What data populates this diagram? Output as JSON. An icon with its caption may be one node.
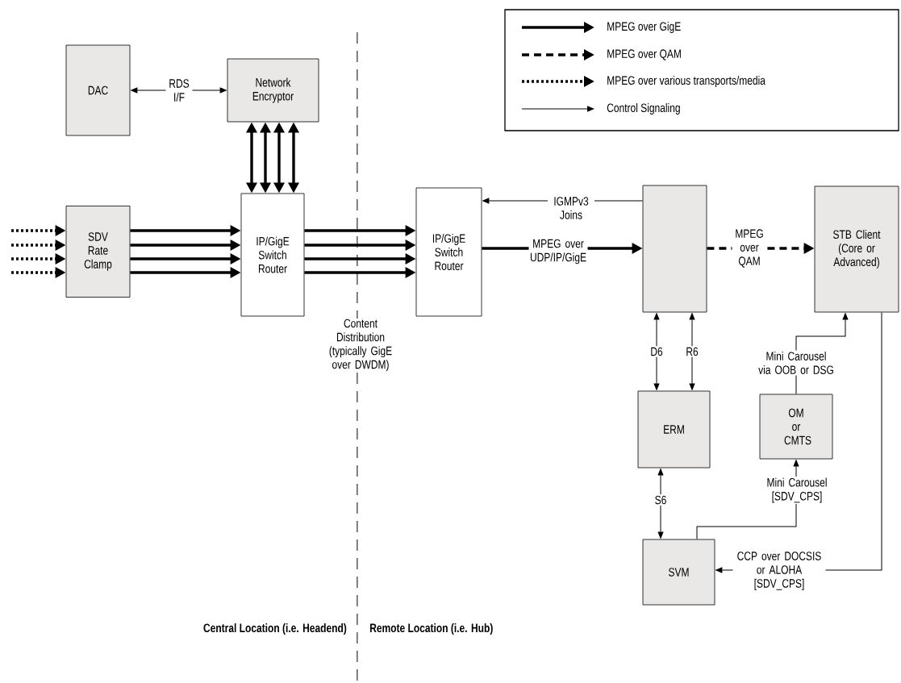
{
  "diagram": {
    "nodes": [
      {
        "text": [
          "DAC"
        ]
      },
      {
        "text": [
          "Network Encryptor"
        ]
      },
      {
        "text": [
          "SDV Rate Clamp"
        ]
      },
      {
        "text": [
          "IP/GigE Switch Router"
        ]
      },
      {
        "text": [
          "IP/GigE Switch Router"
        ]
      },
      {
        "text": [],
        "shape": "box"
      },
      {
        "text": [
          "STB Client (Core or Advanced)"
        ]
      },
      {
        "text": [
          "ERM"
        ]
      },
      {
        "text": [
          "OM or CMTS"
        ]
      },
      {
        "text": [
          "SVM"
        ]
      }
    ],
    "edges": [
      {
        "from": 0,
        "to": 1,
        "arrow": "both",
        "label": "RDS I/F"
      },
      {
        "from": 1,
        "to": 3,
        "arrow": "both"
      },
      {
        "from": 1,
        "to": 3,
        "arrow": "both"
      },
      {
        "from": 1,
        "to": 3,
        "arrow": "both"
      },
      {
        "from": 1,
        "to": 3,
        "arrow": "both"
      },
      {
        "from": null,
        "to": 2,
        "arrow": "to",
        "style": "dashed"
      },
      {
        "from": null,
        "to": 2,
        "arrow": "to",
        "style": "dashed"
      },
      {
        "from": null,
        "to": 2,
        "arrow": "to",
        "style": "dashed"
      },
      {
        "from": null,
        "to": 2,
        "arrow": "to",
        "style": "dashed"
      },
      {
        "from": 2,
        "to": 3,
        "arrow": "to"
      },
      {
        "from": 2,
        "to": 3,
        "arrow": "to"
      },
      {
        "from": 2,
        "to": 3,
        "arrow": "to"
      },
      {
        "from": 2,
        "to": 3,
        "arrow": "to"
      },
      {
        "from": 3,
        "to": 4,
        "arrow": "to"
      },
      {
        "from": 3,
        "to": 4,
        "arrow": "to"
      },
      {
        "from": 3,
        "to": 4,
        "arrow": "to"
      },
      {
        "from": 3,
        "to": 4,
        "arrow": "to"
      },
      {
        "from": 5,
        "to": 4,
        "arrow": "to",
        "label": "IGMPv3 Joins"
      },
      {
        "from": 4,
        "to": 5,
        "arrow": "to",
        "label": "MPEG over UDP/IP/GigE"
      },
      {
        "from": 5,
        "to": 6,
        "arrow": "to",
        "style": "dashed",
        "label": "MPEG over QAM"
      },
      {
        "from": 5,
        "to": 7,
        "arrow": "both",
        "label": "D6"
      },
      {
        "from": 5,
        "to": 7,
        "arrow": "both",
        "label": "R6"
      },
      {
        "from": 7,
        "to": 9,
        "arrow": "both",
        "label": "S6"
      },
      {
        "from": 8,
        "to": 6,
        "arrow": "to",
        "label": "Mini Carousel via OOB or DSG"
      },
      {
        "from": 9,
        "to": 8,
        "arrow": "to",
        "label": "Mini Carousel [SDV_CPS]"
      },
      {
        "from": 6,
        "to": 9,
        "arrow": "to",
        "label": "CCP over DOCSIS or ALOHA [SDV_CPS]"
      }
    ],
    "labels": [
      "Content Distribution (typically GigE over DWDM)",
      "Central Location (i.e. Headend)",
      "Remote Location (i.e. Hub)"
    ],
    "legend": [
      {
        "text": "MPEG over GigE"
      },
      {
        "text": "MPEG over QAM"
      },
      {
        "text": "MPEG over various transports/media"
      },
      {
        "text": "Control Signaling"
      }
    ]
  }
}
